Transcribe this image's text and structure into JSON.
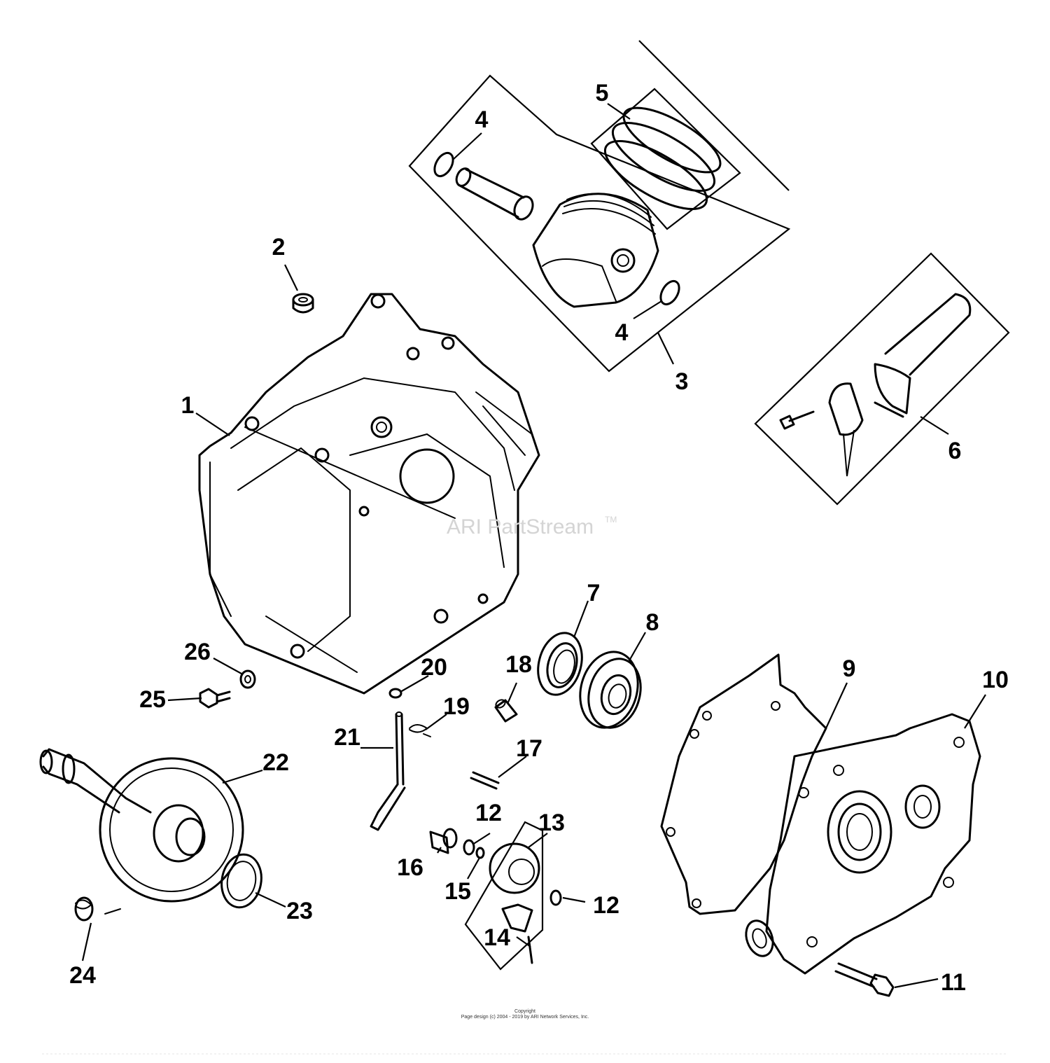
{
  "watermark": {
    "text": "ARI PartStream",
    "tm": "TM"
  },
  "footer": {
    "copyright_label": "Copyright",
    "page_design": "Page design (c) 2004 - 2019 by ARI Network Services, Inc."
  },
  "callouts": [
    "1",
    "2",
    "3",
    "4",
    "4",
    "5",
    "6",
    "7",
    "8",
    "9",
    "10",
    "11",
    "12",
    "12",
    "13",
    "14",
    "15",
    "16",
    "17",
    "18",
    "19",
    "20",
    "21",
    "22",
    "23",
    "24",
    "25",
    "26"
  ]
}
